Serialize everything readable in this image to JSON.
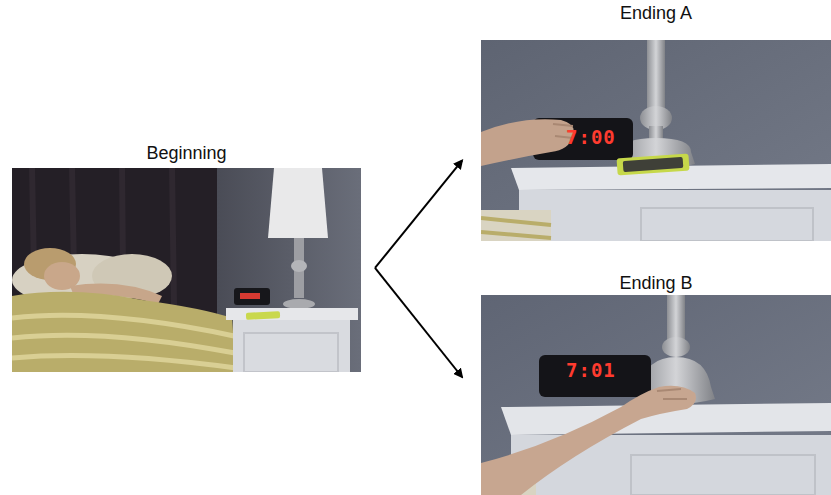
{
  "diagram": {
    "nodes": [
      {
        "text": [
          "Beginning"
        ]
      },
      {
        "text": [
          "Ending A"
        ]
      },
      {
        "text": [
          "Ending B"
        ]
      }
    ],
    "edges": [
      {
        "from": 0,
        "to": 1,
        "arrow": "to"
      },
      {
        "from": 0,
        "to": 2,
        "arrow": "to"
      }
    ],
    "labels": [
      "7:00",
      "7:01"
    ]
  }
}
